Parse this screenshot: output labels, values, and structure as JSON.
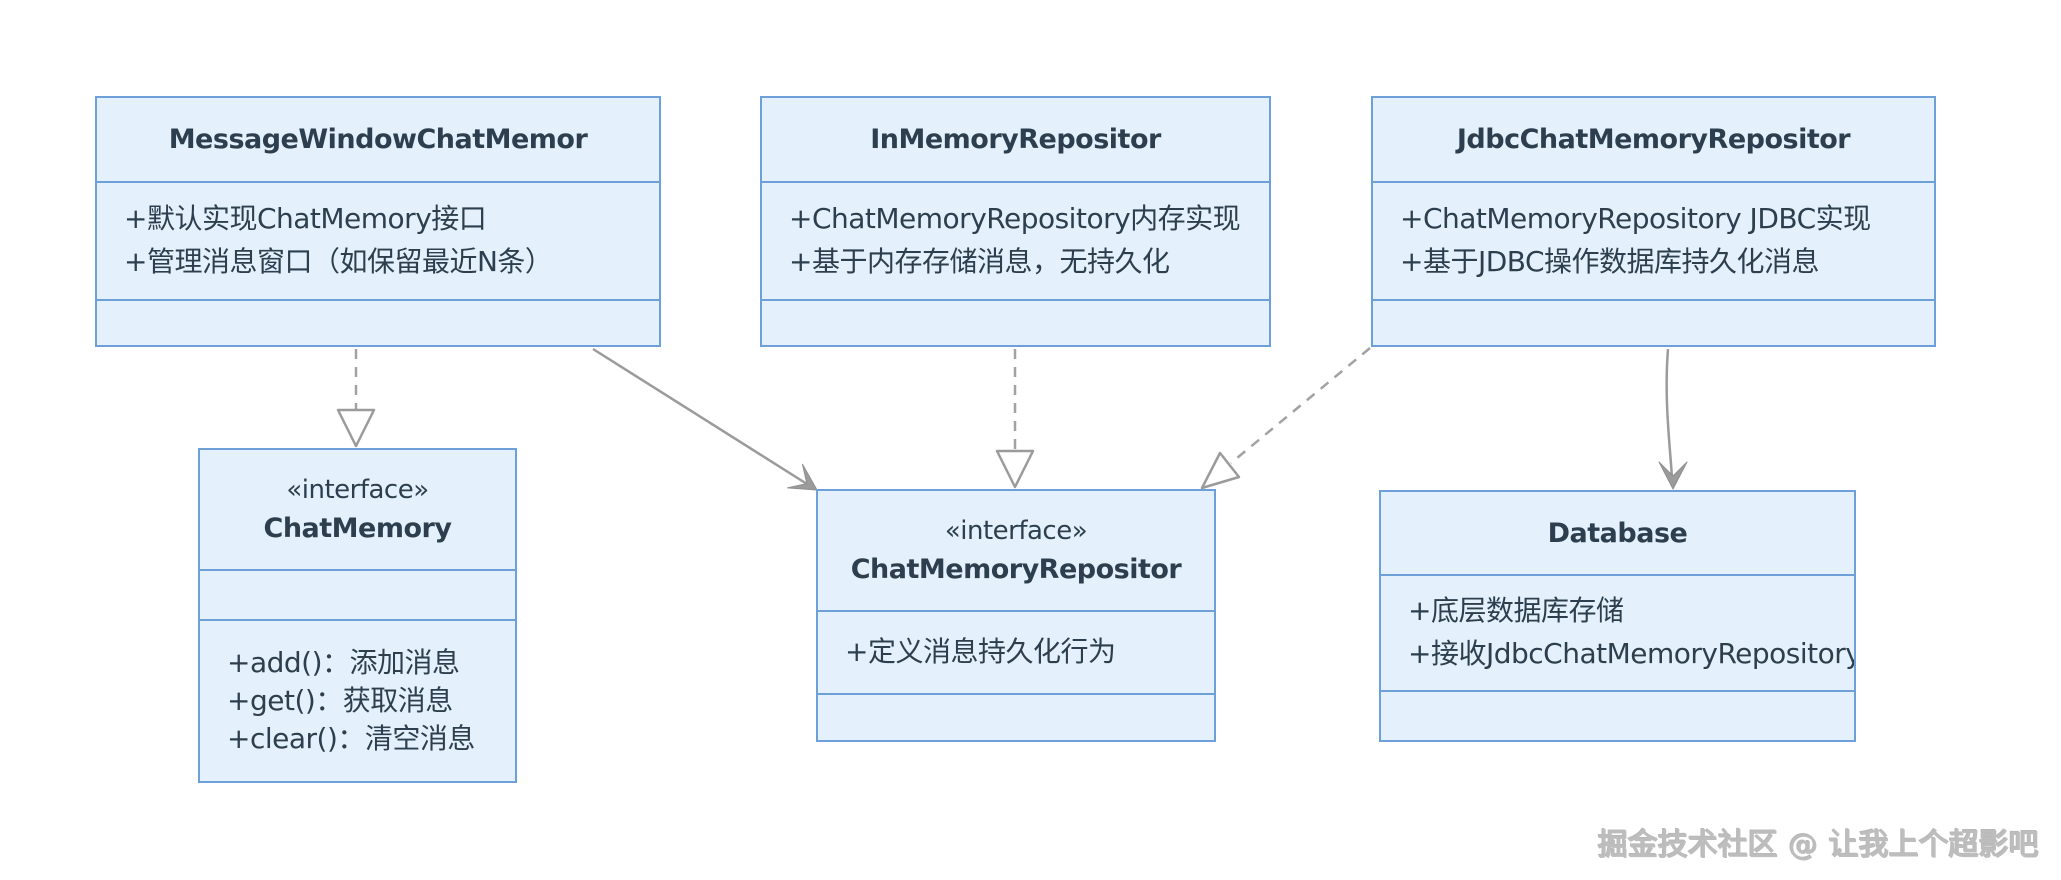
{
  "classes": [
    {
      "title": "MessageWindowChatMemor",
      "stereotype": "",
      "attributes": [
        "+默认实现ChatMemory接口",
        "+管理消息窗口（如保留最近N条）"
      ],
      "methods": []
    },
    {
      "title": "InMemoryRepositor",
      "stereotype": "",
      "attributes": [
        "+ChatMemoryRepository内存实现",
        "+基于内存存储消息，无持久化"
      ],
      "methods": []
    },
    {
      "title": "JdbcChatMemoryRepositor",
      "stereotype": "",
      "attributes": [
        "+ChatMemoryRepository JDBC实现",
        "+基于JDBC操作数据库持久化消息"
      ],
      "methods": []
    },
    {
      "title": "ChatMemory",
      "stereotype": "«interface»",
      "attributes": [],
      "methods": [
        "+add()：添加消息",
        "+get()：获取消息",
        "+clear()：清空消息"
      ]
    },
    {
      "title": "ChatMemoryRepositor",
      "stereotype": "«interface»",
      "attributes": [
        "+定义消息持久化行为"
      ],
      "methods": []
    },
    {
      "title": "Database",
      "stereotype": "",
      "attributes": [
        "+底层数据库存储",
        "+接收JdbcChatMemoryRepository的CRUD操作"
      ],
      "methods": []
    }
  ],
  "relationships": [
    {
      "from": "MessageWindowChatMemor",
      "to": "ChatMemory",
      "type": "realization",
      "line": "dashed",
      "arrowhead": "hollow-triangle"
    },
    {
      "from": "MessageWindowChatMemor",
      "to": "ChatMemoryRepositor",
      "type": "association",
      "line": "solid",
      "arrowhead": "open-arrow"
    },
    {
      "from": "InMemoryRepositor",
      "to": "ChatMemoryRepositor",
      "type": "realization",
      "line": "dashed",
      "arrowhead": "hollow-triangle"
    },
    {
      "from": "JdbcChatMemoryRepositor",
      "to": "ChatMemoryRepositor",
      "type": "realization",
      "line": "dashed",
      "arrowhead": "hollow-triangle"
    },
    {
      "from": "JdbcChatMemoryRepositor",
      "to": "Database",
      "type": "association",
      "line": "solid",
      "arrowhead": "open-arrow"
    }
  ],
  "watermark": "掘金技术社区 @ 让我上个超影吧",
  "colors": {
    "box_fill": "#e4f1fc",
    "box_border": "#6d9fd8",
    "text": "#2d3f4e",
    "arrow": "#9b9b9b",
    "watermark": "#bdbdbd"
  }
}
